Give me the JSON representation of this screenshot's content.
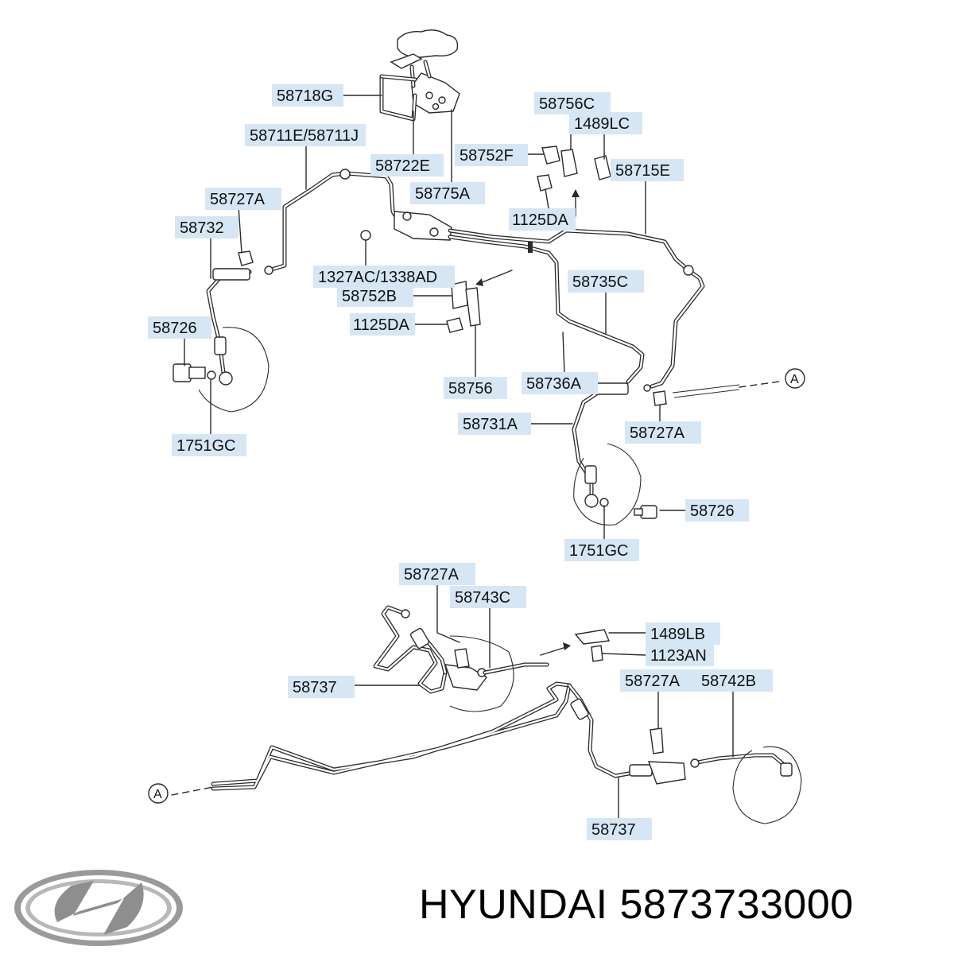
{
  "labels": [
    {
      "id": "lbl-58718G",
      "text": "58718G"
    },
    {
      "id": "lbl-58711E",
      "text": "58711E/58711J"
    },
    {
      "id": "lbl-58722E",
      "text": "58722E"
    },
    {
      "id": "lbl-58775A",
      "text": "58775A"
    },
    {
      "id": "lbl-58756C",
      "text": "58756C"
    },
    {
      "id": "lbl-1489LC",
      "text": "1489LC"
    },
    {
      "id": "lbl-58752F",
      "text": "58752F"
    },
    {
      "id": "lbl-58715E",
      "text": "58715E"
    },
    {
      "id": "lbl-1125DA-a",
      "text": "1125DA"
    },
    {
      "id": "lbl-58727A-a",
      "text": "58727A"
    },
    {
      "id": "lbl-58732",
      "text": "58732"
    },
    {
      "id": "lbl-1327AC",
      "text": "1327AC/1338AD"
    },
    {
      "id": "lbl-58752B",
      "text": "58752B"
    },
    {
      "id": "lbl-58735C",
      "text": "58735C"
    },
    {
      "id": "lbl-1125DA-b",
      "text": "1125DA"
    },
    {
      "id": "lbl-58726-a",
      "text": "58726"
    },
    {
      "id": "lbl-58756",
      "text": "58756"
    },
    {
      "id": "lbl-58736A",
      "text": "58736A"
    },
    {
      "id": "lbl-58731A",
      "text": "58731A"
    },
    {
      "id": "lbl-58727A-b",
      "text": "58727A"
    },
    {
      "id": "lbl-1751GC-a",
      "text": "1751GC"
    },
    {
      "id": "lbl-58726-b",
      "text": "58726"
    },
    {
      "id": "lbl-1751GC-b",
      "text": "1751GC"
    },
    {
      "id": "lbl-58727A-c",
      "text": "58727A"
    },
    {
      "id": "lbl-58743C",
      "text": "58743C"
    },
    {
      "id": "lbl-1489LB",
      "text": "1489LB"
    },
    {
      "id": "lbl-1123AN",
      "text": "1123AN"
    },
    {
      "id": "lbl-58737-a",
      "text": "58737"
    },
    {
      "id": "lbl-58727A-d",
      "text": "58727A"
    },
    {
      "id": "lbl-58742B",
      "text": "58742B"
    },
    {
      "id": "lbl-58737-b",
      "text": "58737"
    }
  ],
  "refs": {
    "top": "A",
    "bottom": "A"
  },
  "brand": {
    "name": "HYUNDAI",
    "part_number": "5873733000",
    "caption": "HYUNDAI 5873733000"
  }
}
